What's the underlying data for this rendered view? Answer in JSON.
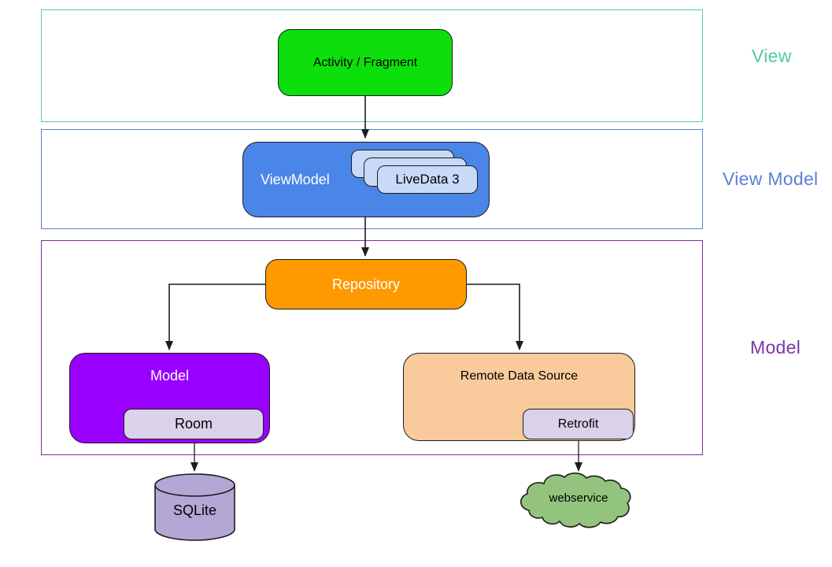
{
  "sections": [
    {
      "id": "view",
      "label": "View",
      "border_color": "#52cfa5",
      "label_color": "#52cba0"
    },
    {
      "id": "view_model",
      "label": "View Model",
      "border_color": "#5b7fd0",
      "label_color": "#5c80d6"
    },
    {
      "id": "model",
      "label": "Model",
      "border_color": "#7b2f9e",
      "label_color": "#7b35a8"
    }
  ],
  "nodes": {
    "activity": {
      "label": "Activity / Fragment",
      "fill": "#0ddf0d",
      "text_color": "#000000"
    },
    "viewmodel": {
      "label": "ViewModel",
      "fill": "#4a86e8",
      "text_color": "#ffffff"
    },
    "livedata_front": {
      "label": "LiveData 3",
      "fill": "#c9daf8",
      "text_color": "#000000"
    },
    "repository": {
      "label": "Repository",
      "fill": "#ff9900",
      "text_color": "#ffffff"
    },
    "model": {
      "label": "Model",
      "fill": "#9900ff",
      "text_color": "#ffffff"
    },
    "room": {
      "label": "Room",
      "fill": "#d9d2e9",
      "text_color": "#000000"
    },
    "remote_data_source": {
      "label": "Remote Data Source",
      "fill": "#f9cb9c",
      "text_color": "#000000"
    },
    "retrofit": {
      "label": "Retrofit",
      "fill": "#d9d2e9",
      "text_color": "#000000"
    },
    "sqlite": {
      "label": "SQLite",
      "fill": "#b4a7d6",
      "text_color": "#000000"
    },
    "webservice": {
      "label": "webservice",
      "fill": "#93c47d",
      "text_color": "#000000"
    }
  },
  "connectors": [
    {
      "from": "activity",
      "to": "viewmodel"
    },
    {
      "from": "viewmodel",
      "to": "repository"
    },
    {
      "from": "repository",
      "to": "model"
    },
    {
      "from": "repository",
      "to": "remote_data_source"
    },
    {
      "from": "room",
      "to": "sqlite"
    },
    {
      "from": "retrofit",
      "to": "webservice"
    }
  ]
}
